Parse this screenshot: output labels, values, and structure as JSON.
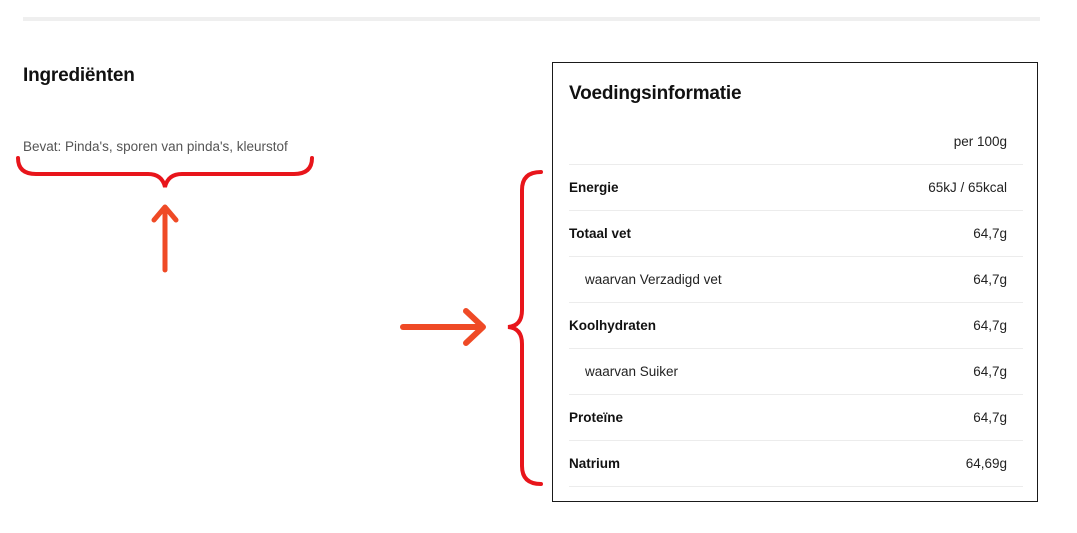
{
  "ingredients": {
    "title": "Ingrediënten",
    "text": "Bevat: Pinda's, sporen van pinda's, kleurstof"
  },
  "nutrition": {
    "title": "Voedingsinformatie",
    "column_header": "per 100g",
    "rows": [
      {
        "label": "Energie",
        "value": "65kJ / 65kcal",
        "style": "bold"
      },
      {
        "label": "Totaal vet",
        "value": "64,7g",
        "style": "bold"
      },
      {
        "label": "waarvan Verzadigd vet",
        "value": "64,7g",
        "style": "sub"
      },
      {
        "label": "Koolhydraten",
        "value": "64,7g",
        "style": "bold"
      },
      {
        "label": "waarvan Suiker",
        "value": "64,7g",
        "style": "sub"
      },
      {
        "label": "Proteïne",
        "value": "64,7g",
        "style": "bold"
      },
      {
        "label": "Natrium",
        "value": "64,69g",
        "style": "bold"
      }
    ]
  },
  "annotation_colors": {
    "bracket": "#e8151b",
    "arrow": "#ef4a26"
  }
}
